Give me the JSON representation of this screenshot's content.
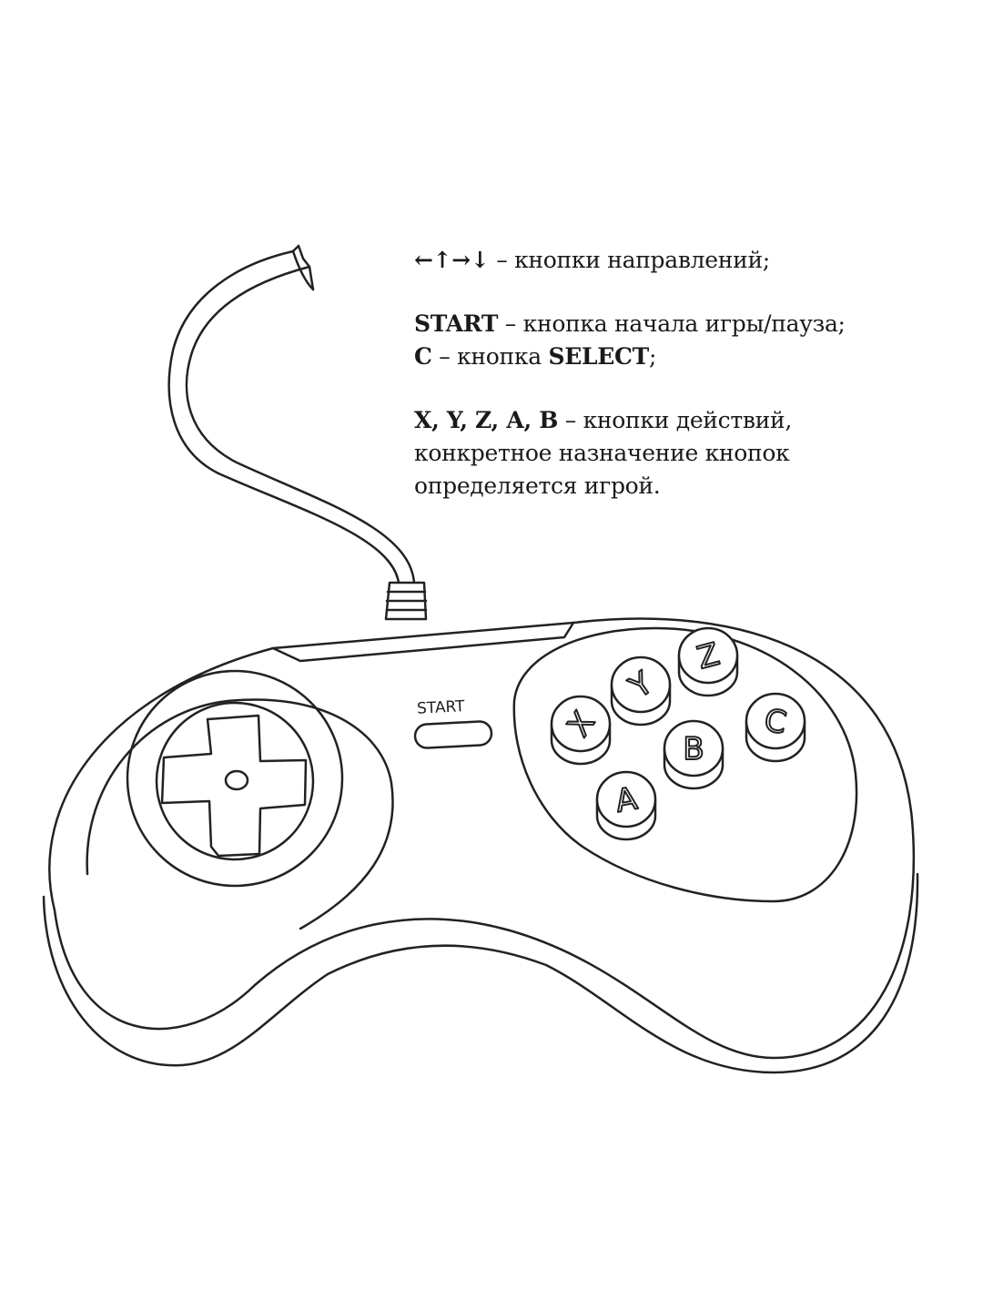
{
  "legend": {
    "directions": {
      "keys": "←↑→↓",
      "text": " – кнопки направлений;"
    },
    "start": {
      "key": "START",
      "text": " – кнопка начала игры/пауза;"
    },
    "c": {
      "key": "C",
      "text": " – кнопка ",
      "key2": "SELECT",
      "text2": ";"
    },
    "actions": {
      "keys": "X, Y, Z, A, B",
      "text": " – кнопки действий,",
      "line2": "конкретное назначение кнопок",
      "line3": "определяется игрой."
    }
  },
  "gamepad": {
    "start_label": "START",
    "buttons": {
      "x": "X",
      "y": "Y",
      "z": "Z",
      "a": "A",
      "b": "B",
      "c": "C"
    }
  }
}
